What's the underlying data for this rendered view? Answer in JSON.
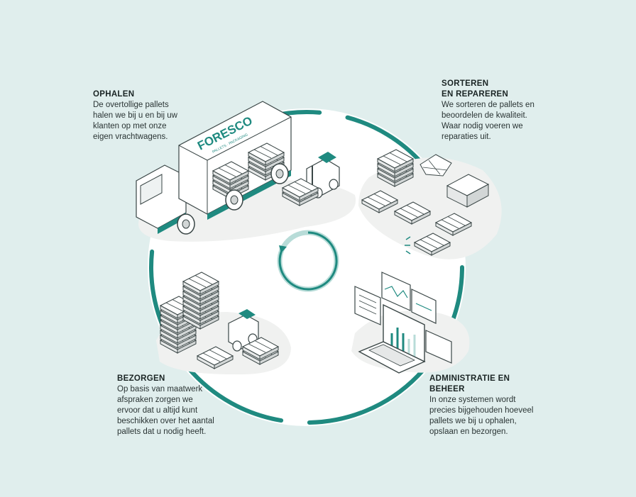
{
  "steps": {
    "ophalen": {
      "title": "OPHALEN",
      "body": [
        "De overtollige pallets",
        "halen we bij u en bij uw",
        "klanten op met onze",
        "eigen vrachtwagens."
      ]
    },
    "sorteren": {
      "title": [
        "SORTEREN",
        "EN REPAREREN"
      ],
      "body": [
        "We sorteren de pallets en",
        "beoordelen de kwaliteit.",
        "Waar nodig voeren we",
        "reparaties uit."
      ]
    },
    "administratie": {
      "title": [
        "ADMINISTRATIE EN",
        "BEHEER"
      ],
      "body": [
        "In onze systemen wordt",
        "precies bijgehouden hoeveel",
        "pallets we bij u ophalen,",
        "opslaan en bezorgen."
      ]
    },
    "bezorgen": {
      "title": "BEZORGEN",
      "body": [
        "Op basis van maatwerk",
        "afspraken zorgen we",
        "ervoor dat u altijd kunt",
        "beschikken over het aantal",
        "pallets dat u nodig heeft."
      ]
    }
  },
  "truck": {
    "brand": "FORESCO",
    "tagline": "PALLETS · PACKAGING"
  },
  "colors": {
    "background": "#e0eeed",
    "teal": "#1f8a80",
    "teal_light": "#b8dcd8",
    "blob": "#f0f1f0",
    "line": "#3a4646"
  },
  "icons": [
    "cycle-arrow-icon",
    "truck-icon",
    "forklift-icon",
    "pallet-stack-icon",
    "laptop-icon",
    "chart-window-icon"
  ]
}
